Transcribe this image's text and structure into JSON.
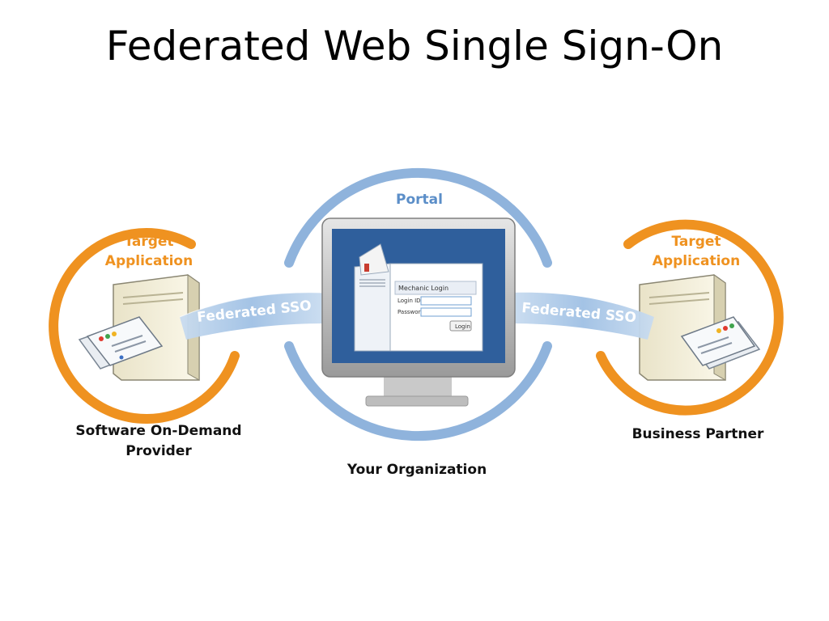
{
  "slide": {
    "title": "Federated Web Single Sign-On"
  },
  "diagram": {
    "left_node": {
      "label_line1": "Target",
      "label_line2": "Application",
      "caption_line1": "Software On-Demand",
      "caption_line2": "Provider"
    },
    "center_node": {
      "label": "Portal",
      "caption": "Your Organization",
      "login_window": {
        "title": "Mechanic Login",
        "login_id_label": "Login ID:",
        "password_label": "Password:",
        "login_button": "Login"
      }
    },
    "right_node": {
      "label_line1": "Target",
      "label_line2": "Application",
      "caption": "Business Partner"
    },
    "left_link": "Federated SSO",
    "right_link": "Federated SSO"
  },
  "colors": {
    "orange": "#ef9220",
    "blue": "#8fb3dc",
    "screen": "#2f5f9c"
  }
}
